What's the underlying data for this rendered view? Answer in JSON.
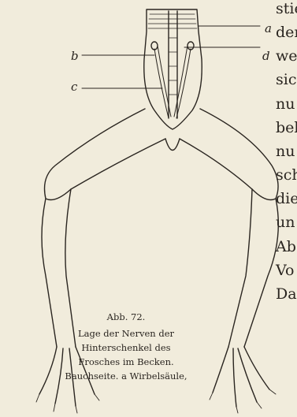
{
  "figure": {
    "labels": {
      "a": "a",
      "b": "b",
      "c": "c",
      "d": "d"
    },
    "caption": {
      "number": "Abb. 72.",
      "lines": [
        "Lage der Nerven der",
        "Hinterschenkel des",
        "Frosches im Becken.",
        "Bauchseite. a Wirbelsäule,"
      ]
    }
  },
  "body_text": {
    "lines": [
      "stie",
      "der",
      "we",
      "sich",
      "nu",
      "bel",
      "nu",
      "sch",
      "die",
      "un",
      "Ab",
      "Vo",
      "Da"
    ]
  }
}
